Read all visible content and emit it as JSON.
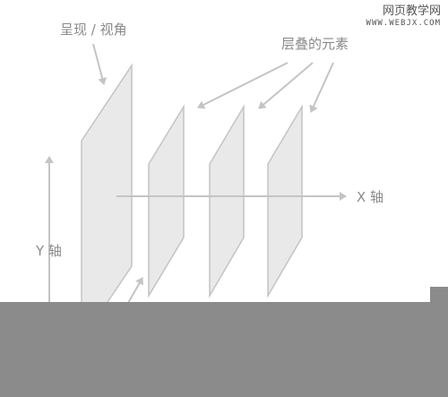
{
  "labels": {
    "presentation_view": "呈现 / 视角",
    "stacked_elements": "层叠的元素",
    "x_axis": "X 轴",
    "y_axis": "Y 轴"
  },
  "watermark": {
    "title": "网页教学网",
    "url": "WWW.WEBJX.COM"
  },
  "colors": {
    "panel_fill": "#e9e9e9",
    "panel_stroke": "#c4c4c4",
    "arrow": "#c4c4c4",
    "text": "#8a8a8a",
    "bottom_band": "#8b8b8b"
  }
}
